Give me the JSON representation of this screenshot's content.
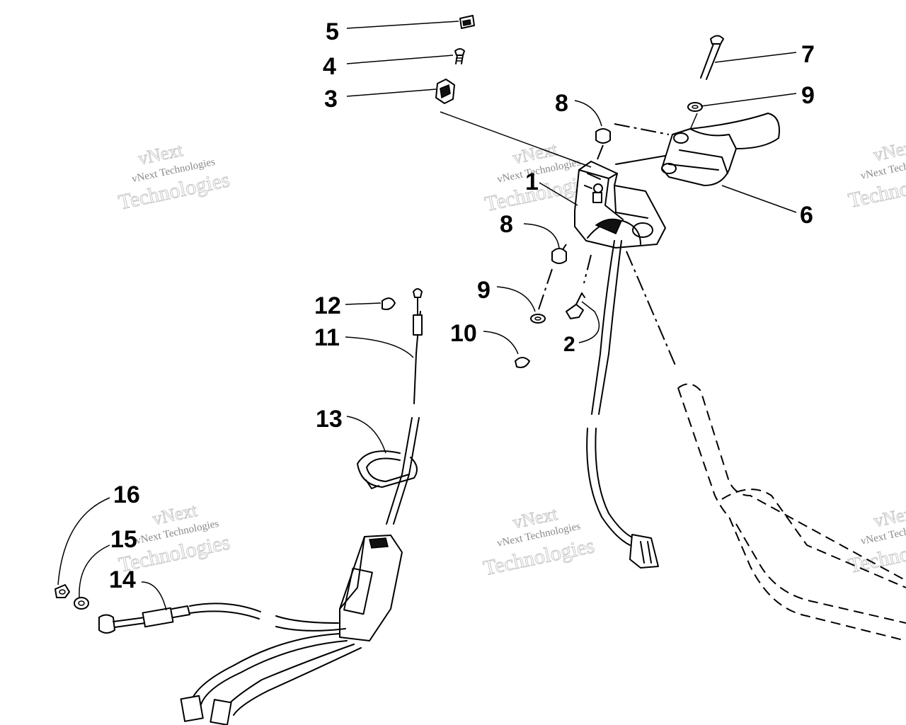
{
  "callouts": {
    "c1": "1",
    "c2": "2",
    "c3": "3",
    "c4": "4",
    "c5": "5",
    "c6": "6",
    "c7": "7",
    "c8a": "8",
    "c8b": "8",
    "c9a": "9",
    "c9b": "9",
    "c10": "10",
    "c11": "11",
    "c12": "12",
    "c13": "13",
    "c14": "14",
    "c15": "15",
    "c16": "16"
  },
  "watermark": {
    "line1": "vNext",
    "line2": "vNext Technologies",
    "line3": "Technologies"
  },
  "colors": {
    "ink": "#000000",
    "watermark": "#c9c9c9",
    "paper": "#ffffff"
  }
}
